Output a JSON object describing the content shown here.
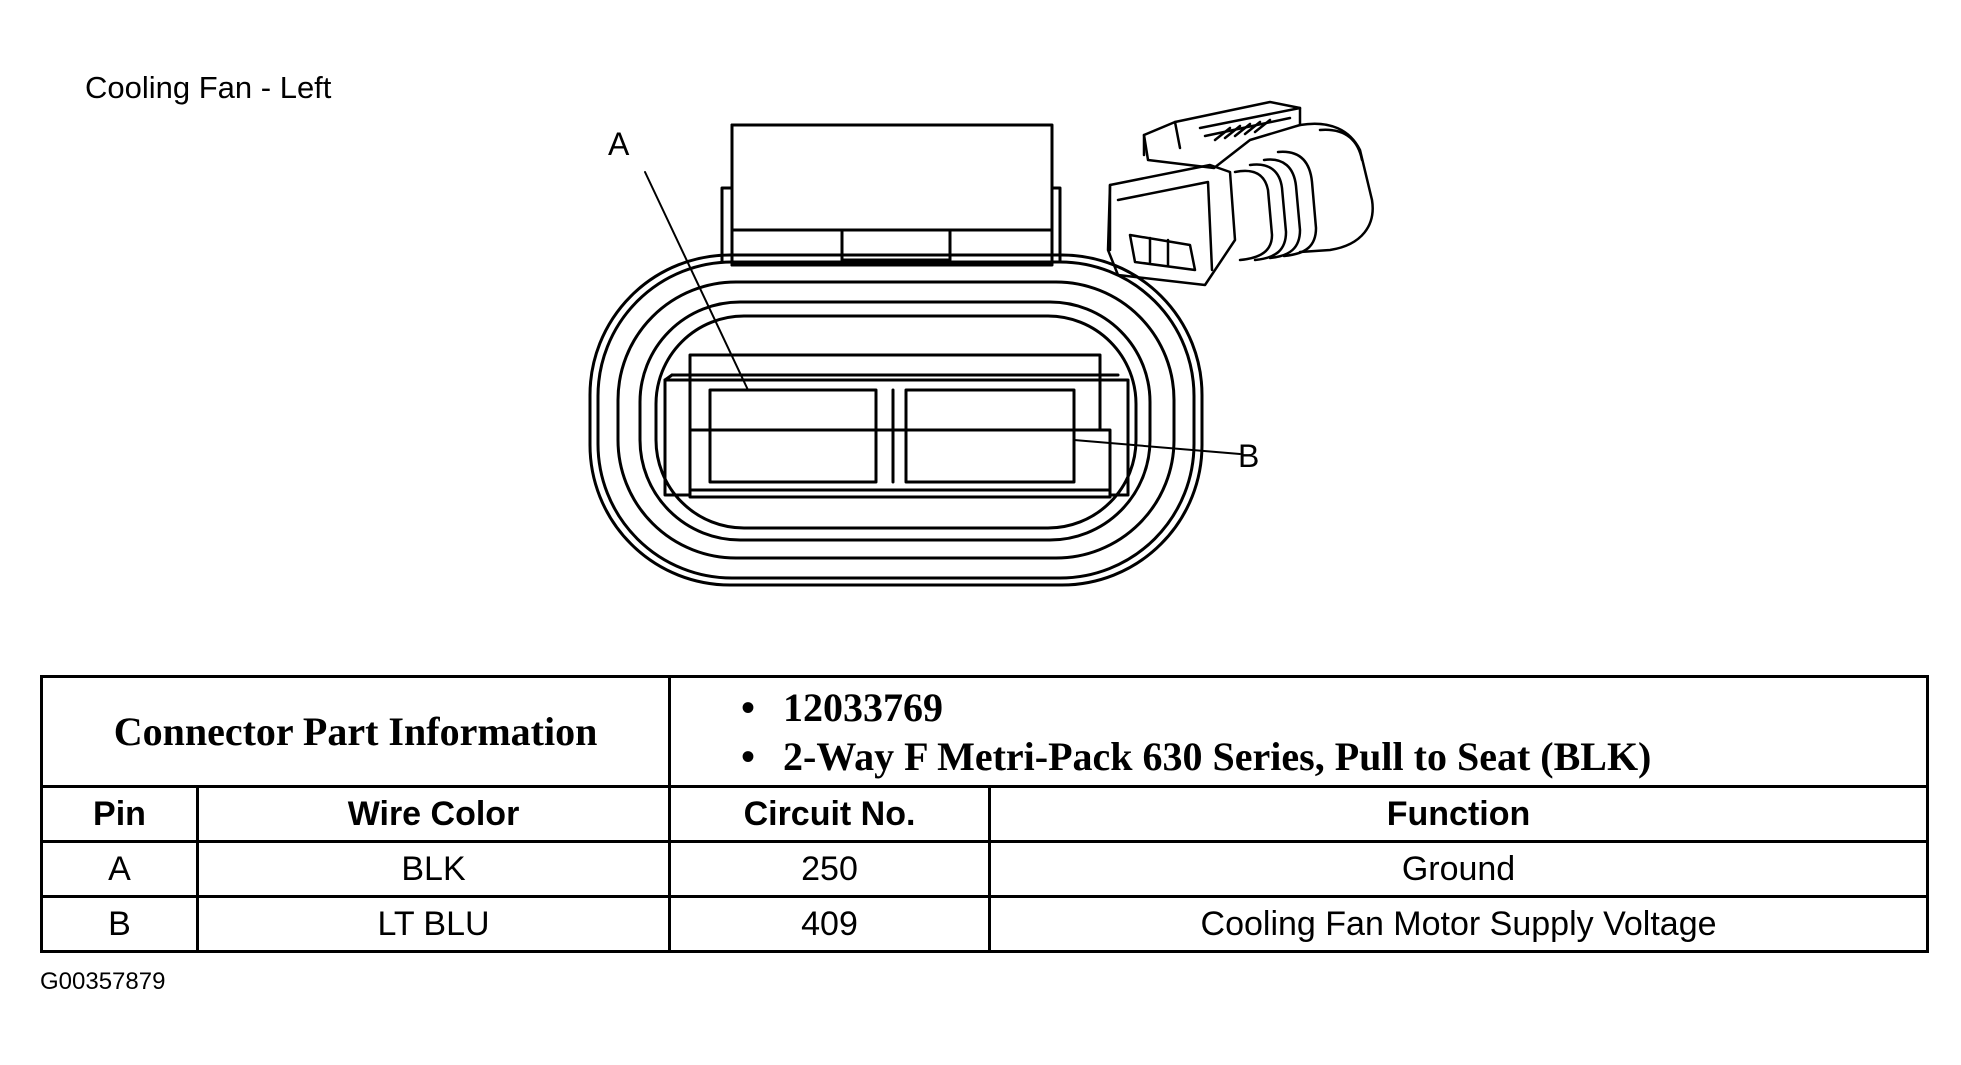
{
  "diagram": {
    "title": "Cooling Fan - Left",
    "callouts": {
      "a": "A",
      "b": "B"
    },
    "figure_id": "G00357879"
  },
  "table": {
    "header_label": "Connector Part Information",
    "info_lines": [
      "12033769",
      "2-Way F Metri-Pack 630 Series, Pull to Seat (BLK)"
    ],
    "columns": [
      "Pin",
      "Wire Color",
      "Circuit No.",
      "Function"
    ],
    "rows": [
      {
        "pin": "A",
        "wire_color": "BLK",
        "circuit": "250",
        "function": "Ground"
      },
      {
        "pin": "B",
        "wire_color": "LT BLU",
        "circuit": "409",
        "function": "Cooling Fan Motor Supply Voltage"
      }
    ]
  }
}
